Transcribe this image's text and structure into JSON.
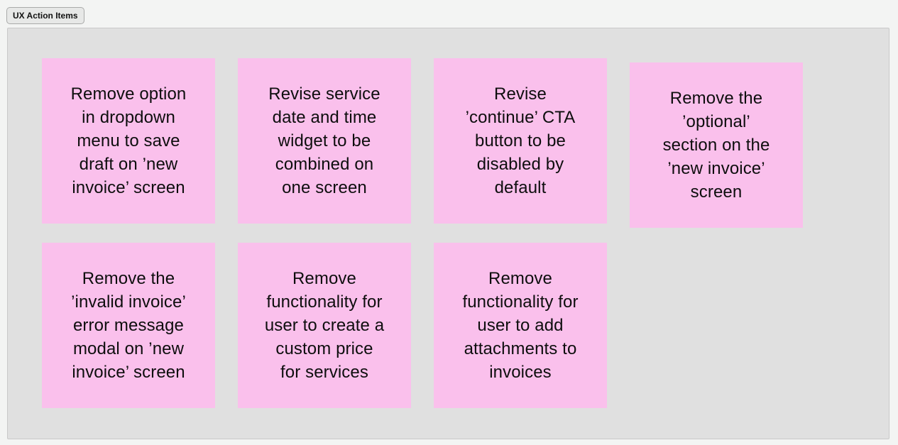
{
  "toolbar": {
    "button_label": "UX Action Items"
  },
  "board": {
    "background_color": "#e0e0e0",
    "border_color": "#c9c9c9",
    "note_color": "#fac0ec",
    "note_text_color": "#0e0e0e",
    "notes": [
      {
        "text": "Remove option\nin dropdown\nmenu to save\ndraft on ’new\ninvoice’ screen"
      },
      {
        "text": "Revise service\ndate and time\nwidget to be\ncombined on\none screen"
      },
      {
        "text": "Revise\n’continue’ CTA\nbutton to be\ndisabled by\ndefault"
      },
      {
        "text": "Remove the\n’optional’\nsection on the\n’new invoice’\nscreen"
      },
      {
        "text": "Remove the\n’invalid invoice’\nerror message\nmodal on ’new\ninvoice’ screen"
      },
      {
        "text": "Remove\nfunctionality for\nuser to create a\ncustom price\nfor services"
      },
      {
        "text": "Remove\nfunctionality for\nuser to add\nattachments to\ninvoices"
      }
    ]
  }
}
